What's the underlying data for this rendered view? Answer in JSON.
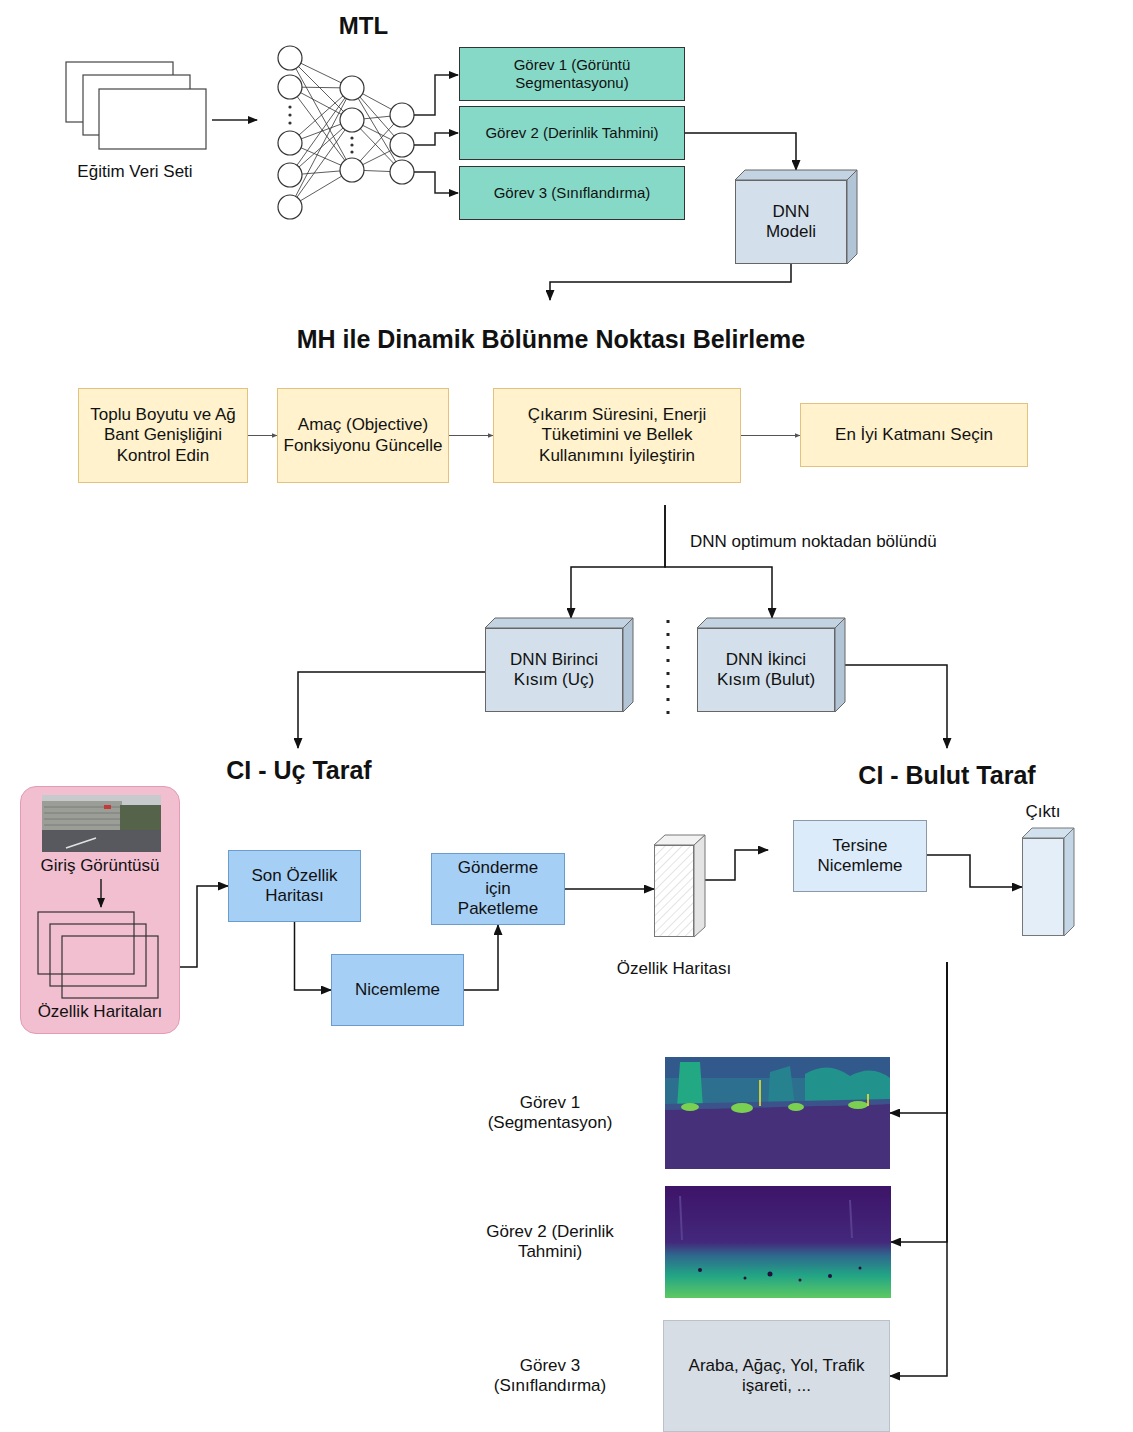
{
  "diagram": {
    "nodes": [
      {
        "text": [
          "MTL"
        ]
      },
      {
        "text": [
          "Eğitim Veri Seti"
        ],
        "in": 0
      },
      {
        "text": [
          "Görev 1 (Görüntü Segmentasyonu)"
        ],
        "in": 0
      },
      {
        "text": [
          "Görev 2 (Derinlik Tahmini)"
        ],
        "in": 0
      },
      {
        "text": [
          "Görev 3 (Sınıflandırma)"
        ],
        "in": 0
      },
      {
        "text": [
          "DNN Modeli"
        ]
      },
      {
        "text": [
          "MH ile Dinamik Bölünme Noktası Belirleme"
        ]
      },
      {
        "text": [
          "Toplu Boyutu ve Ağ Bant Genişliğini Kontrol Edin"
        ],
        "in": 6
      },
      {
        "text": [
          "Amaç (Objective) Fonksiyonu Güncelle"
        ],
        "in": 6
      },
      {
        "text": [
          "Çıkarım Süresini, Enerji Tüketimini ve Bellek Kullanımını İyileştirin"
        ],
        "in": 6
      },
      {
        "text": [
          "En İyi Katmanı Seçin"
        ],
        "in": 6
      },
      {
        "text": [
          "DNN Birinci Kısım (Uç)"
        ]
      },
      {
        "text": [
          "DNN İkinci Kısım (Bulut)"
        ]
      },
      {
        "text": [
          "CI - Uç Taraf"
        ]
      },
      {
        "text": [
          "Giriş Görüntüsü",
          "Özellik Haritaları"
        ],
        "in": 13
      },
      {
        "text": [
          "Son Özellik Haritası"
        ],
        "in": 13
      },
      {
        "text": [
          "Nicemleme"
        ],
        "in": 13
      },
      {
        "text": [
          "Gönderme için Paketleme"
        ],
        "in": 13
      },
      {
        "text": [
          "Özellik Haritası"
        ]
      },
      {
        "text": [
          "CI - Bulut Taraf"
        ]
      },
      {
        "text": [
          "Tersine Nicemleme"
        ],
        "in": 19
      },
      {
        "text": [
          "Çıktı"
        ],
        "in": 19
      },
      {
        "text": [
          "Görev 1 (Segmentasyon)"
        ]
      },
      {
        "text": [
          "Görev 2 (Derinlik Tahmini)"
        ]
      },
      {
        "text": [
          "Görev 3 (Sınıflandırma)",
          "Araba, Ağaç, Yol, Trafik işareti, ..."
        ]
      }
    ],
    "edges": [
      {
        "from": 3,
        "to": 5,
        "arrow": "to"
      },
      {
        "from": 5,
        "to": 6,
        "arrow": "to"
      },
      {
        "from": 6,
        "to": 11,
        "arrow": "to"
      },
      {
        "from": 6,
        "to": 12,
        "arrow": "to"
      },
      {
        "from": 7,
        "to": 8,
        "arrow": "to"
      },
      {
        "from": 8,
        "to": 9,
        "arrow": "to"
      },
      {
        "from": 9,
        "to": 10,
        "arrow": "to"
      },
      {
        "from": 11,
        "to": 13,
        "arrow": "to"
      },
      {
        "from": 12,
        "to": 19,
        "arrow": "to"
      },
      {
        "from": 14,
        "to": 15,
        "arrow": "to"
      },
      {
        "from": 15,
        "to": 16,
        "arrow": "to"
      },
      {
        "from": 16,
        "to": 17,
        "arrow": "to"
      },
      {
        "from": 17,
        "to": 18,
        "arrow": "to"
      },
      {
        "from": 18,
        "to": 19,
        "arrow": "to"
      },
      {
        "from": 20,
        "to": 21,
        "arrow": "to"
      },
      {
        "from": 19,
        "to": 22,
        "arrow": "to"
      },
      {
        "from": 19,
        "to": 23,
        "arrow": "to"
      },
      {
        "from": 19,
        "to": 24,
        "arrow": "to"
      }
    ],
    "labels": [
      "DNN optimum noktadan bölündü"
    ]
  }
}
